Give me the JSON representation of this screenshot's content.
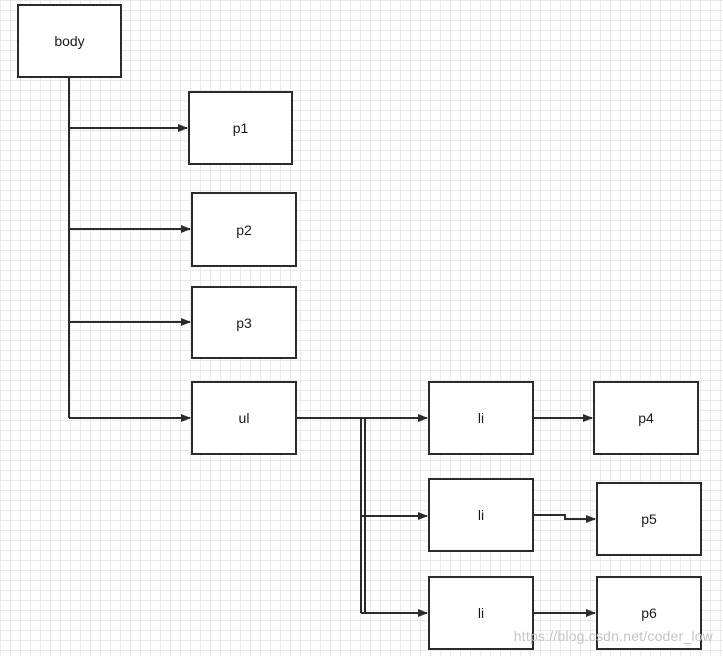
{
  "nodes": {
    "body": "body",
    "p1": "p1",
    "p2": "p2",
    "p3": "p3",
    "ul": "ul",
    "li1": "li",
    "li2": "li",
    "li3": "li",
    "p4": "p4",
    "p5": "p5",
    "p6": "p6"
  },
  "edges": [
    {
      "from": "body",
      "to": "p1"
    },
    {
      "from": "body",
      "to": "p2"
    },
    {
      "from": "body",
      "to": "p3"
    },
    {
      "from": "body",
      "to": "ul"
    },
    {
      "from": "ul",
      "to": "li1"
    },
    {
      "from": "ul",
      "to": "li2"
    },
    {
      "from": "ul",
      "to": "li3"
    },
    {
      "from": "li1",
      "to": "p4"
    },
    {
      "from": "li2",
      "to": "p5"
    },
    {
      "from": "li3",
      "to": "p6"
    }
  ],
  "watermark": "https://blog.csdn.net/coder_low"
}
